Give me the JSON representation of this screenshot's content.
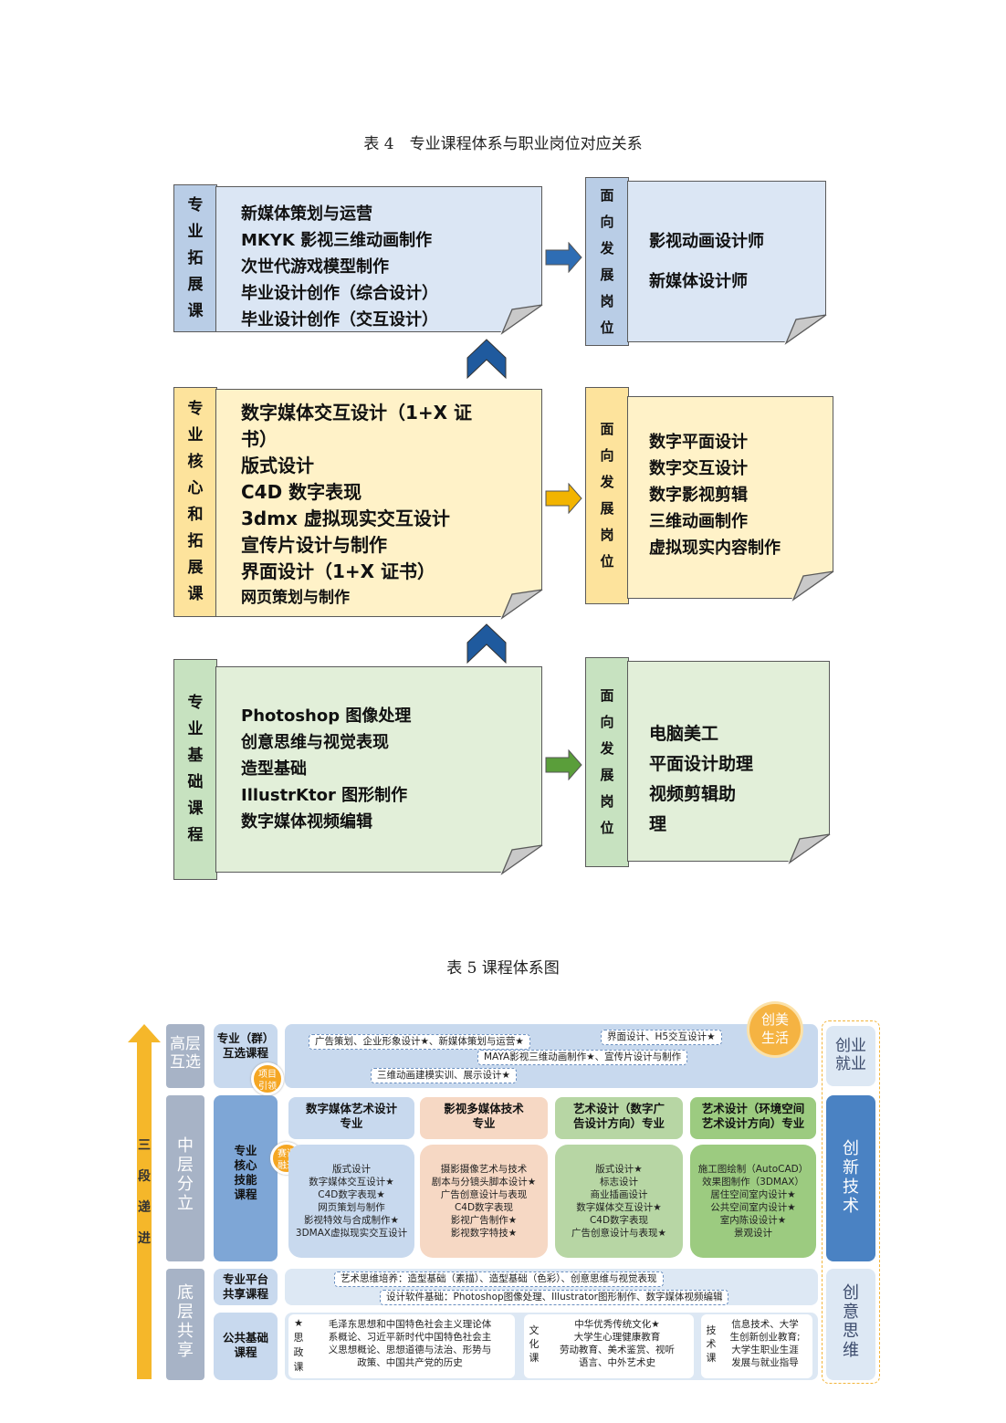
{
  "table4": {
    "caption": "表 4　专业课程体系与职业岗位对应关系",
    "rows": [
      {
        "side_label": [
          "专",
          "业",
          "拓",
          "展",
          "课"
        ],
        "courses": [
          "新媒体策划与运营",
          "MKYK 影视三维动画制作",
          "次世代游戏模型制作",
          "毕业设计创作（综合设计）",
          "毕业设计创作（交互设计）"
        ],
        "job_label": [
          "面",
          "向",
          "发",
          "展",
          "岗",
          "位"
        ],
        "jobs": [
          "影视动画设计师",
          "新媒体设计师"
        ],
        "colors": {
          "side": "#b9cde6",
          "note": "#dbe6f4",
          "job_side": "#b9cde6",
          "job_note": "#dbe6f4",
          "arrow": "#2e6db4"
        }
      },
      {
        "side_label": [
          "专",
          "业",
          "核",
          "心",
          "和",
          "拓",
          "展",
          "课"
        ],
        "courses": [
          "数字媒体交互设计（1+X 证",
          "书）",
          "版式设计",
          "C4D 数字表现",
          "3dmx 虚拟现实交互设计",
          "宣传片设计与制作",
          "界面设计（1+X 证书）",
          "网页策划与制作"
        ],
        "job_label": [
          "面",
          "向",
          "发",
          "展",
          "岗",
          "位"
        ],
        "jobs": [
          "数字平面设计",
          "数字交互设计",
          "数字影视剪辑",
          "三维动画制作",
          "虚拟现实内容制作"
        ],
        "colors": {
          "side": "#fde39c",
          "note": "#fff2c8",
          "job_side": "#fde39c",
          "job_note": "#fff2c8",
          "arrow": "#f2b400"
        }
      },
      {
        "side_label": [
          "专",
          "业",
          "基",
          "础",
          "课",
          "程"
        ],
        "courses": [
          "Photoshop 图像处理",
          "创意思维与视觉表现",
          "造型基础",
          "IllustrKtor 图形制作",
          "数字媒体视频编辑"
        ],
        "job_label": [
          "面",
          "向",
          "发",
          "展",
          "岗",
          "位"
        ],
        "jobs": [
          "电脑美工",
          "平面设计助理",
          "视频剪辑助",
          "理"
        ],
        "colors": {
          "side": "#c7e2c0",
          "note": "#e2efd9",
          "job_side": "#c7e2c0",
          "job_note": "#e2efd9",
          "arrow": "#5a9e3a"
        }
      }
    ],
    "chevron_color": "#1f5a9e"
  },
  "table5": {
    "caption": "表 5 课程体系图",
    "vertical_arrow_text": [
      "三",
      "段",
      "递",
      "进"
    ],
    "levels": {
      "top": [
        "高层",
        "互选"
      ],
      "mid": [
        "中",
        "层",
        "分",
        "立"
      ],
      "bottom": [
        "底",
        "层",
        "共",
        "享"
      ]
    },
    "right_labels": {
      "top": [
        "创业",
        "就业"
      ],
      "mid": [
        "创",
        "新",
        "技",
        "术"
      ],
      "bottom": [
        "创",
        "意",
        "思",
        "维"
      ]
    },
    "top_row": {
      "label": [
        "专业（群）",
        "互选课程"
      ],
      "pills": [
        "广告策划、企业形象设计★、新媒体策划与运营★",
        "界面设计、H5交互设计★",
        "MAYA影视三维动画制作★、宣传片设计与制作",
        "三维动画建模实训、展示设计★"
      ],
      "badge": [
        "创美",
        "生活"
      ]
    },
    "mid_row": {
      "label": [
        "专业",
        "核心",
        "技能",
        "课程"
      ],
      "pin1": [
        "项目",
        "引领"
      ],
      "pin2": [
        "赛课",
        "融通"
      ],
      "majors": [
        {
          "title": [
            "数字媒体艺术设计",
            "专业"
          ],
          "courses": [
            "版式设计",
            "数字媒体交互设计★",
            "C4D数字表现★",
            "网页策划与制作",
            "影视特效与合成制作★",
            "3DMAX虚拟现实交互设计"
          ]
        },
        {
          "title": [
            "影视多媒体技术",
            "专业"
          ],
          "courses": [
            "摄影摄像艺术与技术",
            "剧本与分镜头脚本设计★",
            "广告创意设计与表现",
            "C4D数字表现",
            "影视广告制作★",
            "影视数字特技★"
          ]
        },
        {
          "title": [
            "艺术设计（数字广",
            "告设计方向）专业"
          ],
          "courses": [
            "版式设计★",
            "标志设计",
            "商业插画设计",
            "数字媒体交互设计★",
            "C4D数字表现",
            "广告创意设计与表现★"
          ]
        },
        {
          "title": [
            "艺术设计（环境空间",
            "艺术设计方向）专业"
          ],
          "courses": [
            "施工图绘制（AutoCAD）",
            "效果图制作（3DMAX）",
            "居住空间室内设计★",
            "公共空间室内设计★",
            "室内陈设设计★",
            "景观设计"
          ]
        }
      ]
    },
    "platform_row": {
      "label": [
        "专业平台",
        "共享课程"
      ],
      "pills": [
        "艺术思维培养：造型基础（素描）、造型基础（色彩）、创意思维与视觉表现",
        "设计软件基础：Photoshop图像处理、Illustrator图形制作、数字媒体视频编辑"
      ]
    },
    "public_row": {
      "label": [
        "公共基础",
        "课程"
      ],
      "groups": [
        {
          "tag": [
            "★",
            "思",
            "政",
            "课"
          ],
          "text": [
            "毛泽东思想和中国特色社会主义理论体",
            "系概论、习近平新时代中国特色社会主",
            "义思想概论、思想道德与法治、形势与",
            "政策、中国共产党的历史"
          ]
        },
        {
          "tag": [
            "文",
            "化",
            "课"
          ],
          "text": [
            "中华优秀传统文化★",
            "大学生心理健康教育",
            "劳动教育、美术鉴赏、视听",
            "语言、中外艺术史"
          ]
        },
        {
          "tag": [
            "技",
            "术",
            "课"
          ],
          "text": [
            "信息技术、大学",
            "生创新创业教育;",
            "大学生职业生涯",
            "发展与就业指导"
          ]
        }
      ]
    }
  }
}
